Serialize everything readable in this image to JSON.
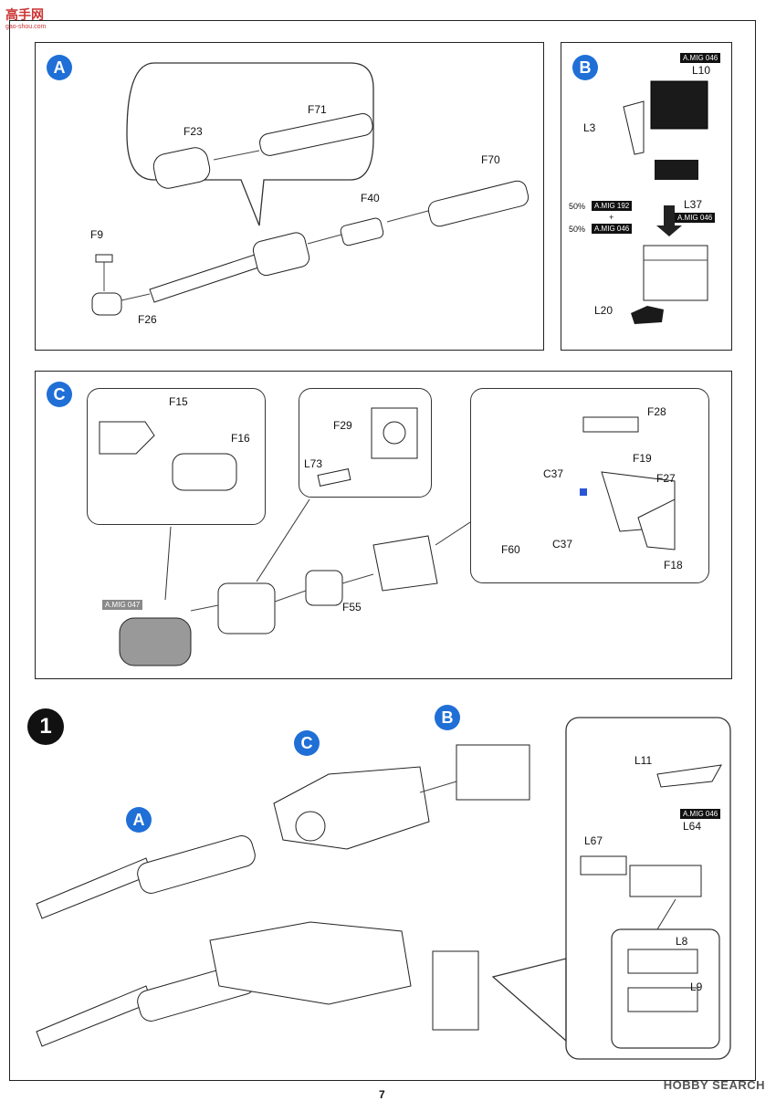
{
  "site_logo": {
    "name": "高手网",
    "url": "gao-shou.com"
  },
  "watermark": "HOBBY SEARCH",
  "page_number": "7",
  "panel_a": {
    "badge": "A",
    "labels": {
      "f23": "F23",
      "f71": "F71",
      "f70": "F70",
      "f40": "F40",
      "f9": "F9",
      "f26": "F26"
    }
  },
  "panel_b": {
    "badge": "B",
    "labels": {
      "l10": "L10",
      "l3": "L3",
      "l37": "L37",
      "l20": "L20"
    },
    "paint_top": "A.MIG 046",
    "paint_l37": "A.MIG 046",
    "mix": {
      "pct1": "50%",
      "paint1": "A.MIG 192",
      "plus": "+",
      "pct2": "50%",
      "paint2": "A.MIG 046"
    }
  },
  "panel_c": {
    "badge": "C",
    "labels": {
      "f15": "F15",
      "f16": "F16",
      "f29": "F29",
      "l73": "L73",
      "f28": "F28",
      "f19": "F19",
      "c37a": "C37",
      "f27": "F27",
      "f60": "F60",
      "c37b": "C37",
      "f18": "F18",
      "f55": "F55"
    },
    "paint_grey": "A.MIG 047"
  },
  "step1": {
    "number": "1",
    "badges": {
      "a": "A",
      "b": "B",
      "c": "C"
    },
    "labels": {
      "l11": "L11",
      "l64": "L64",
      "l67": "L67",
      "l8": "L8",
      "l9": "L9"
    },
    "paint": "A.MIG 046"
  }
}
